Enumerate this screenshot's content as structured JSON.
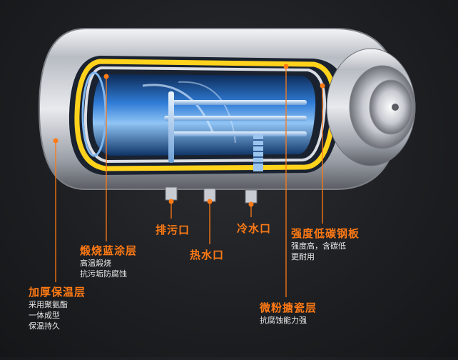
{
  "labels": {
    "paiwu": "排污口",
    "reshui": "热水口",
    "lengshui": "冷水口",
    "duanshao": {
      "title": "煅烧蓝涂层",
      "desc": [
        "高温煅烧",
        "抗污垢防腐蚀"
      ]
    },
    "baowen": {
      "title": "加厚保温层",
      "desc": [
        "采用聚氨酯",
        "一体成型",
        "保温持久"
      ]
    },
    "gangban": {
      "title": "强度低碳钢板",
      "desc": [
        "强度高，含碳低",
        "更耐用"
      ]
    },
    "tangci": {
      "title": "微粉搪瓷层",
      "desc": [
        "抗腐蚀能力强"
      ]
    }
  },
  "colors": {
    "accent": "#ff7a14",
    "insulation": "#ffd21c",
    "tank_blue": "#2f7bd6",
    "shell": "#c9ccd1",
    "background": "#1d1e21"
  }
}
